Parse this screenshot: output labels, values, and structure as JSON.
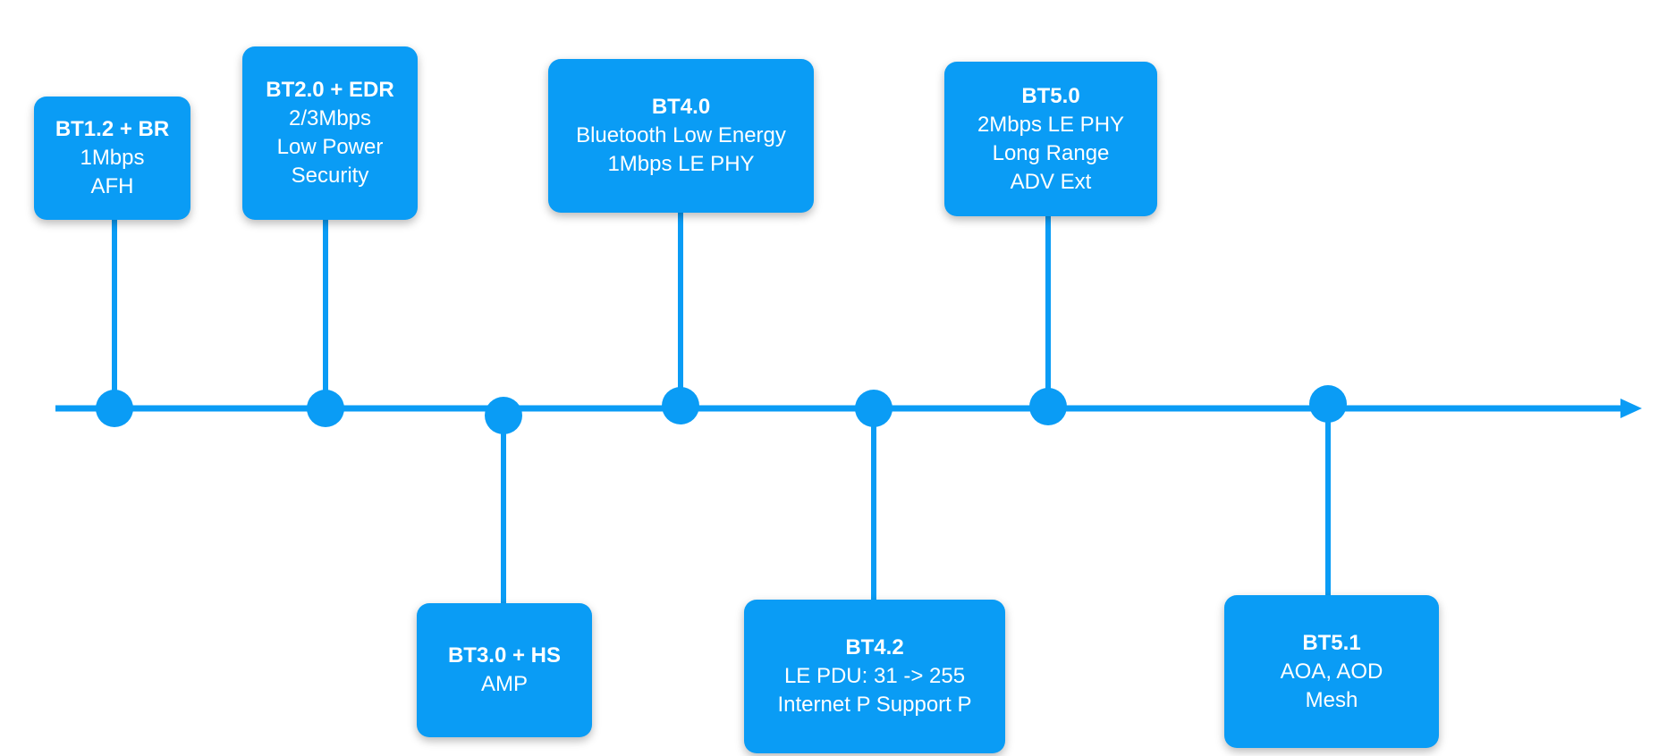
{
  "colors": {
    "accent": "#0a9cf5",
    "background": "#ffffff",
    "text": "#ffffff"
  },
  "milestones": [
    {
      "title": "BT1.2 + BR",
      "lines": [
        "1Mbps",
        "AFH"
      ]
    },
    {
      "title": "BT2.0 + EDR",
      "lines": [
        "2/3Mbps",
        "Low Power",
        "Security"
      ]
    },
    {
      "title": "BT3.0 + HS",
      "lines": [
        "AMP"
      ]
    },
    {
      "title": "BT4.0",
      "lines": [
        "Bluetooth Low Energy",
        "1Mbps LE PHY"
      ]
    },
    {
      "title": "BT4.2",
      "lines": [
        "LE PDU: 31 -> 255",
        "Internet P Support P"
      ]
    },
    {
      "title": "BT5.0",
      "lines": [
        "2Mbps LE PHY",
        "Long Range",
        "ADV Ext"
      ]
    },
    {
      "title": "BT5.1",
      "lines": [
        "AOA, AOD",
        "Mesh"
      ]
    }
  ]
}
